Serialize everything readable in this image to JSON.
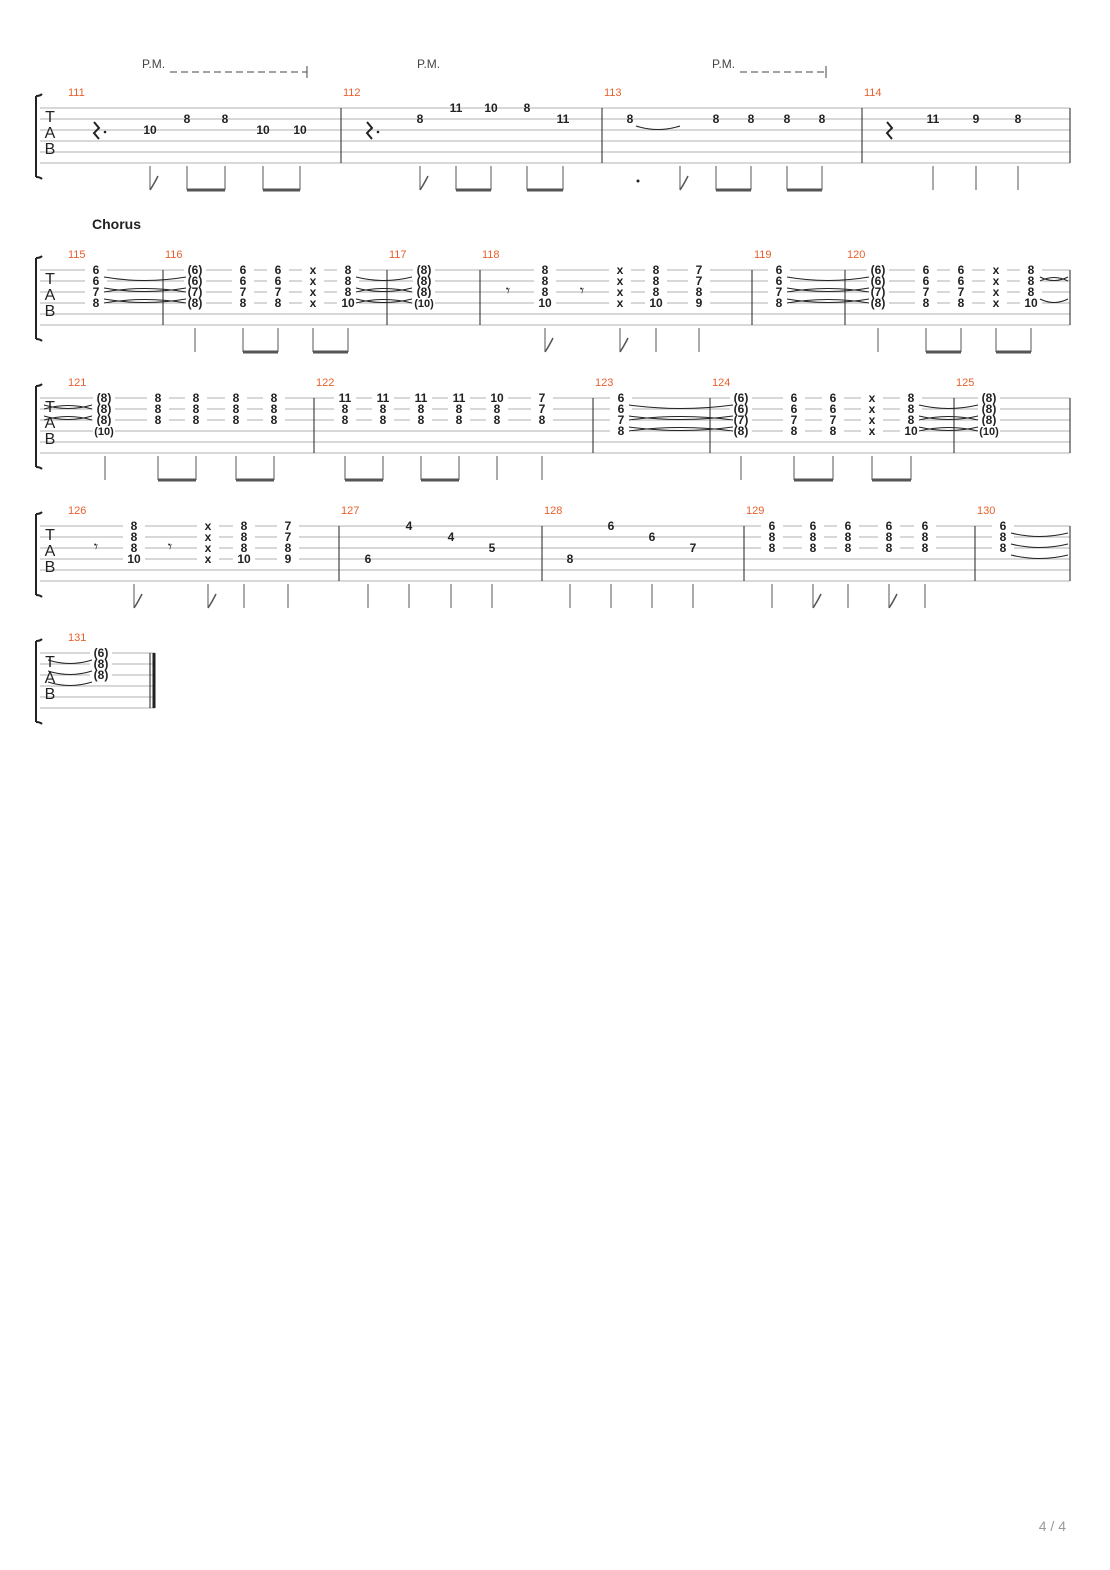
{
  "document": {
    "page_number": "4 / 4",
    "clef_letters": [
      "T",
      "A",
      "B"
    ],
    "colors": {
      "measure_number": "#e8602c",
      "ink": "#222222",
      "line": "#999999"
    }
  },
  "systems": [
    {
      "section_label": "",
      "palm_mutes": [
        {
          "label": "P.M.",
          "measure": "111",
          "dashed": true
        },
        {
          "label": "P.M.",
          "measure": "112",
          "dashed": false
        },
        {
          "label": "P.M.",
          "measure": "113",
          "dashed": true
        }
      ],
      "measures": [
        {
          "number": "111",
          "rest": "dotted-quarter",
          "notes": [
            {
              "fret": "10",
              "string": 3
            },
            {
              "fret": "8",
              "string": 2
            },
            {
              "fret": "8",
              "string": 2
            },
            {
              "fret": "10",
              "string": 3
            },
            {
              "fret": "10",
              "string": 3
            }
          ]
        },
        {
          "number": "112",
          "rest": "dotted-quarter",
          "notes": [
            {
              "fret": "8",
              "string": 2
            },
            {
              "fret": "11",
              "string": 1
            },
            {
              "fret": "10",
              "string": 1
            },
            {
              "fret": "8",
              "string": 1
            },
            {
              "fret": "11",
              "string": 2
            }
          ]
        },
        {
          "number": "113",
          "rest": "",
          "notes": [
            {
              "fret": "8",
              "string": 2
            },
            {
              "fret": "8",
              "string": 2
            },
            {
              "fret": "8",
              "string": 2
            },
            {
              "fret": "8",
              "string": 2
            },
            {
              "fret": "8",
              "string": 2
            }
          ]
        },
        {
          "number": "114",
          "rest": "quarter",
          "notes": [
            {
              "fret": "11",
              "string": 2
            },
            {
              "fret": "9",
              "string": 2
            },
            {
              "fret": "8",
              "string": 2
            }
          ]
        }
      ]
    },
    {
      "section_label": "Chorus",
      "measures": [
        {
          "number": "115",
          "chords": [
            [
              "6",
              "6",
              "7",
              "8"
            ]
          ]
        },
        {
          "number": "116",
          "chords": [
            [
              "(6)",
              "(6)",
              "(7)",
              "(8)"
            ],
            [
              "6",
              "6",
              "7",
              "8"
            ],
            [
              "6",
              "6",
              "7",
              "8"
            ],
            [
              "x",
              "x",
              "x",
              "x"
            ],
            [
              "8",
              "8",
              "8",
              "10"
            ]
          ]
        },
        {
          "number": "117",
          "chords": [
            [
              "(8)",
              "(8)",
              "(8)",
              "(10)"
            ]
          ]
        },
        {
          "number": "118",
          "chords": [
            [
              "8",
              "8",
              "8",
              "10"
            ],
            [
              "x",
              "x",
              "x",
              "x"
            ],
            [
              "8",
              "8",
              "8",
              "10"
            ],
            [
              "7",
              "7",
              "8",
              "9"
            ]
          ]
        },
        {
          "number": "119",
          "chords": [
            [
              "6",
              "6",
              "7",
              "8"
            ]
          ]
        },
        {
          "number": "120",
          "chords": [
            [
              "(6)",
              "(6)",
              "(7)",
              "(8)"
            ],
            [
              "6",
              "6",
              "7",
              "8"
            ],
            [
              "6",
              "6",
              "7",
              "8"
            ],
            [
              "x",
              "x",
              "x",
              "x"
            ],
            [
              "8",
              "8",
              "8",
              "10"
            ]
          ]
        }
      ]
    },
    {
      "section_label": "",
      "measures": [
        {
          "number": "121",
          "chords": [
            [
              "(8)",
              "(8)",
              "(8)",
              "(10)"
            ],
            [
              "8",
              "8",
              "8"
            ],
            [
              "8",
              "8",
              "8"
            ],
            [
              "8",
              "8",
              "8"
            ],
            [
              "8",
              "8",
              "8"
            ]
          ]
        },
        {
          "number": "122",
          "chords": [
            [
              "11",
              "8",
              "8"
            ],
            [
              "11",
              "8",
              "8"
            ],
            [
              "11",
              "8",
              "8"
            ],
            [
              "11",
              "8",
              "8"
            ],
            [
              "10",
              "8",
              "8"
            ],
            [
              "7",
              "7",
              "8"
            ]
          ]
        },
        {
          "number": "123",
          "chords": [
            [
              "6",
              "6",
              "7",
              "8"
            ]
          ]
        },
        {
          "number": "124",
          "chords": [
            [
              "(6)",
              "(6)",
              "(7)",
              "(8)"
            ],
            [
              "6",
              "6",
              "7",
              "8"
            ],
            [
              "6",
              "6",
              "7",
              "8"
            ],
            [
              "x",
              "x",
              "x",
              "x"
            ],
            [
              "8",
              "8",
              "8",
              "10"
            ]
          ]
        },
        {
          "number": "125",
          "chords": [
            [
              "(8)",
              "(8)",
              "(8)",
              "(10)"
            ]
          ]
        }
      ]
    },
    {
      "section_label": "",
      "measures": [
        {
          "number": "126",
          "chords": [
            [
              "8",
              "8",
              "8",
              "10"
            ],
            [
              "x",
              "x",
              "x",
              "x"
            ],
            [
              "8",
              "8",
              "8",
              "10"
            ],
            [
              "7",
              "7",
              "8",
              "9"
            ]
          ]
        },
        {
          "number": "127",
          "notes": [
            {
              "fret": "6",
              "string": 4
            },
            {
              "fret": "4",
              "string": 1
            },
            {
              "fret": "4",
              "string": 2
            },
            {
              "fret": "5",
              "string": 3
            }
          ]
        },
        {
          "number": "128",
          "notes": [
            {
              "fret": "8",
              "string": 4
            },
            {
              "fret": "6",
              "string": 1
            },
            {
              "fret": "6",
              "string": 2
            },
            {
              "fret": "7",
              "string": 3
            }
          ]
        },
        {
          "number": "129",
          "chords": [
            [
              "6",
              "8",
              "8"
            ],
            [
              "6",
              "8",
              "8"
            ],
            [
              "6",
              "8",
              "8"
            ],
            [
              "6",
              "8",
              "8"
            ],
            [
              "6",
              "8",
              "8"
            ]
          ]
        },
        {
          "number": "130",
          "chords": [
            [
              "6",
              "8",
              "8"
            ]
          ]
        }
      ]
    },
    {
      "section_label": "",
      "measures": [
        {
          "number": "131",
          "chords": [
            [
              "(6)",
              "(8)",
              "(8)"
            ]
          ]
        }
      ]
    }
  ]
}
